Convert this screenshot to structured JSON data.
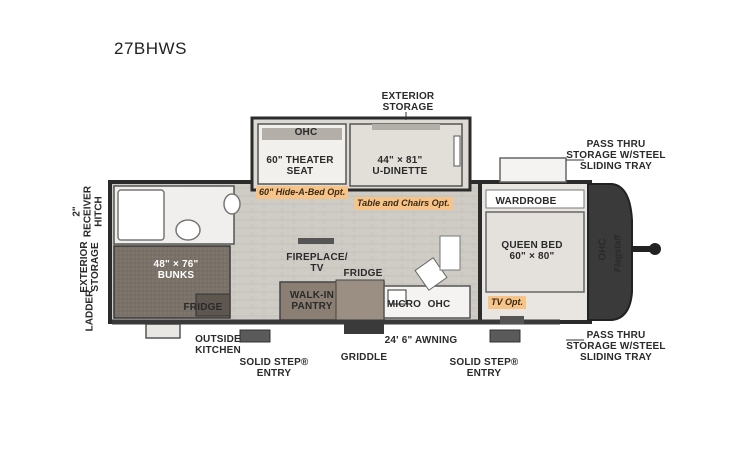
{
  "model": "27BHWS",
  "labels": {
    "exterior_storage_top": "EXTERIOR\nSTORAGE",
    "pass_thru_top": "PASS THRU\nSTORAGE W/STEEL\nSLIDING TRAY",
    "pass_thru_bottom": "PASS THRU\nSTORAGE W/STEEL\nSLIDING TRAY",
    "ohc_top": "OHC",
    "theater_seat": "60\" THEATER\nSEAT",
    "dinette": "44\" × 81\"\nU-DINETTE",
    "hide_a_bed": "60\" Hide-A-Bed Opt.",
    "table_chairs": "Table and Chairs Opt.",
    "wardrobe": "WARDROBE",
    "queen_bed": "QUEEN BED\n60\" × 80\"",
    "ohc_front": "OHC",
    "tv_opt": "TV Opt.",
    "bunks": "48\" × 76\"\nBUNKS",
    "fridge_bunk": "FRIDGE",
    "fireplace": "FIREPLACE/\nTV",
    "fridge_main": "FRIDGE",
    "walkin": "WALK-IN\nPANTRY",
    "micro": "MICRO",
    "ohc_kitchen": "OHC",
    "outside_kitchen": "OUTSIDE\nKITCHEN",
    "solid_step_left": "SOLID STEP®\nENTRY",
    "griddle": "GRIDDLE",
    "awning": "24' 6\" AWNING",
    "solid_step_right": "SOLID STEP®\nENTRY",
    "rear_hitch": "2\"\nRECEIVER\nHITCH",
    "rear_storage": "EXTERIOR\nSTORAGE",
    "rear_ladder": "LADDER",
    "brand": "Flagstaff"
  }
}
